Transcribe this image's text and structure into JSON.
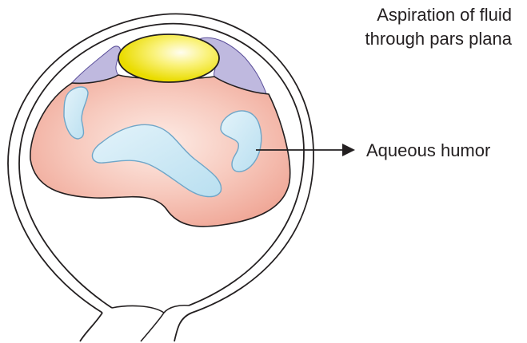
{
  "labels": {
    "aspiration_line1": "Aspiration of fluid",
    "aspiration_line2": "through pars plana",
    "aqueous": "Aqueous humor"
  },
  "colors": {
    "outline": "#231f20",
    "lens_fill": "#f2e600",
    "lens_highlight": "#fdfbd0",
    "ciliary_fill": "#b9b4dc",
    "vitreous_fill": "#f4b8aa",
    "vitreous_highlight": "#fbe3dc",
    "pocket_fill": "#c7e6f2",
    "pocket_stroke": "#6fa6c8",
    "background": "#ffffff"
  },
  "icons": {
    "arrow": "arrow-right-icon"
  }
}
